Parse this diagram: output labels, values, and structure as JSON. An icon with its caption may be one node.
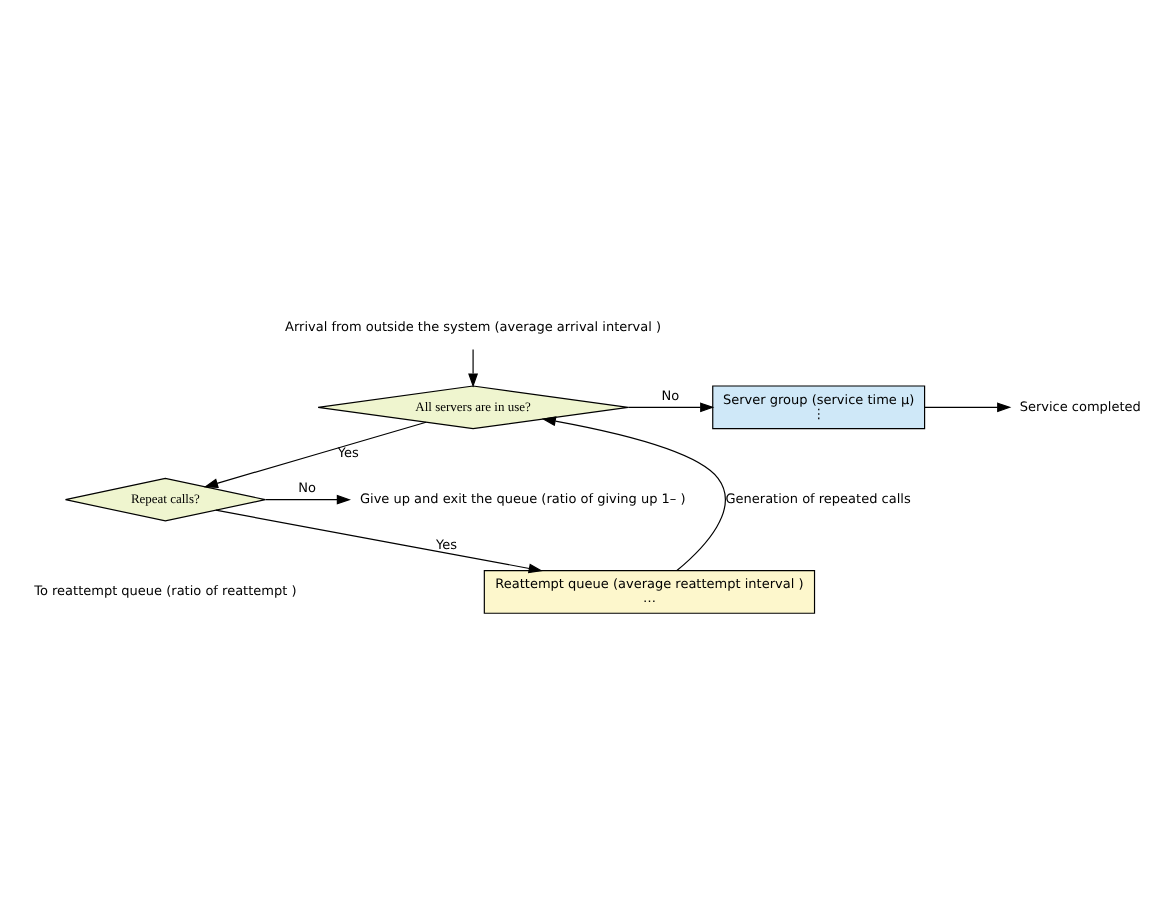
{
  "diagram": {
    "nodes": [
      {
        "text": [
          "Arrival from outside the system (average arrival interval )"
        ]
      },
      {
        "text": [
          "Server group (service time μ)",
          "⋮"
        ]
      },
      {
        "text": [
          "Service completed"
        ]
      },
      {
        "text": [
          "All servers are in use?"
        ]
      },
      {
        "text": [
          "Reattempt queue (average reattempt interval )",
          "…"
        ]
      },
      {
        "text": [
          "Repeat calls?"
        ]
      },
      {
        "text": [
          "Give up and exit the queue (ratio of giving up 1– )"
        ]
      }
    ],
    "edges": [
      {
        "from": 0,
        "to": 3,
        "arrow": "to"
      },
      {
        "from": 4,
        "to": 3,
        "arrow": "to",
        "label": "Generation of repeated calls"
      },
      {
        "from": 3,
        "to": 1,
        "arrow": "to",
        "label": "No"
      },
      {
        "from": 1,
        "to": 2,
        "arrow": "to"
      },
      {
        "from": 3,
        "to": 5,
        "arrow": "to",
        "label": "Yes"
      },
      {
        "from": 5,
        "to": 6,
        "arrow": "to",
        "label": "No"
      },
      {
        "from": 5,
        "to": 4,
        "arrow": "to",
        "label": "Yes"
      }
    ],
    "labels": [
      "To reattempt queue (ratio of reattempt )"
    ]
  }
}
